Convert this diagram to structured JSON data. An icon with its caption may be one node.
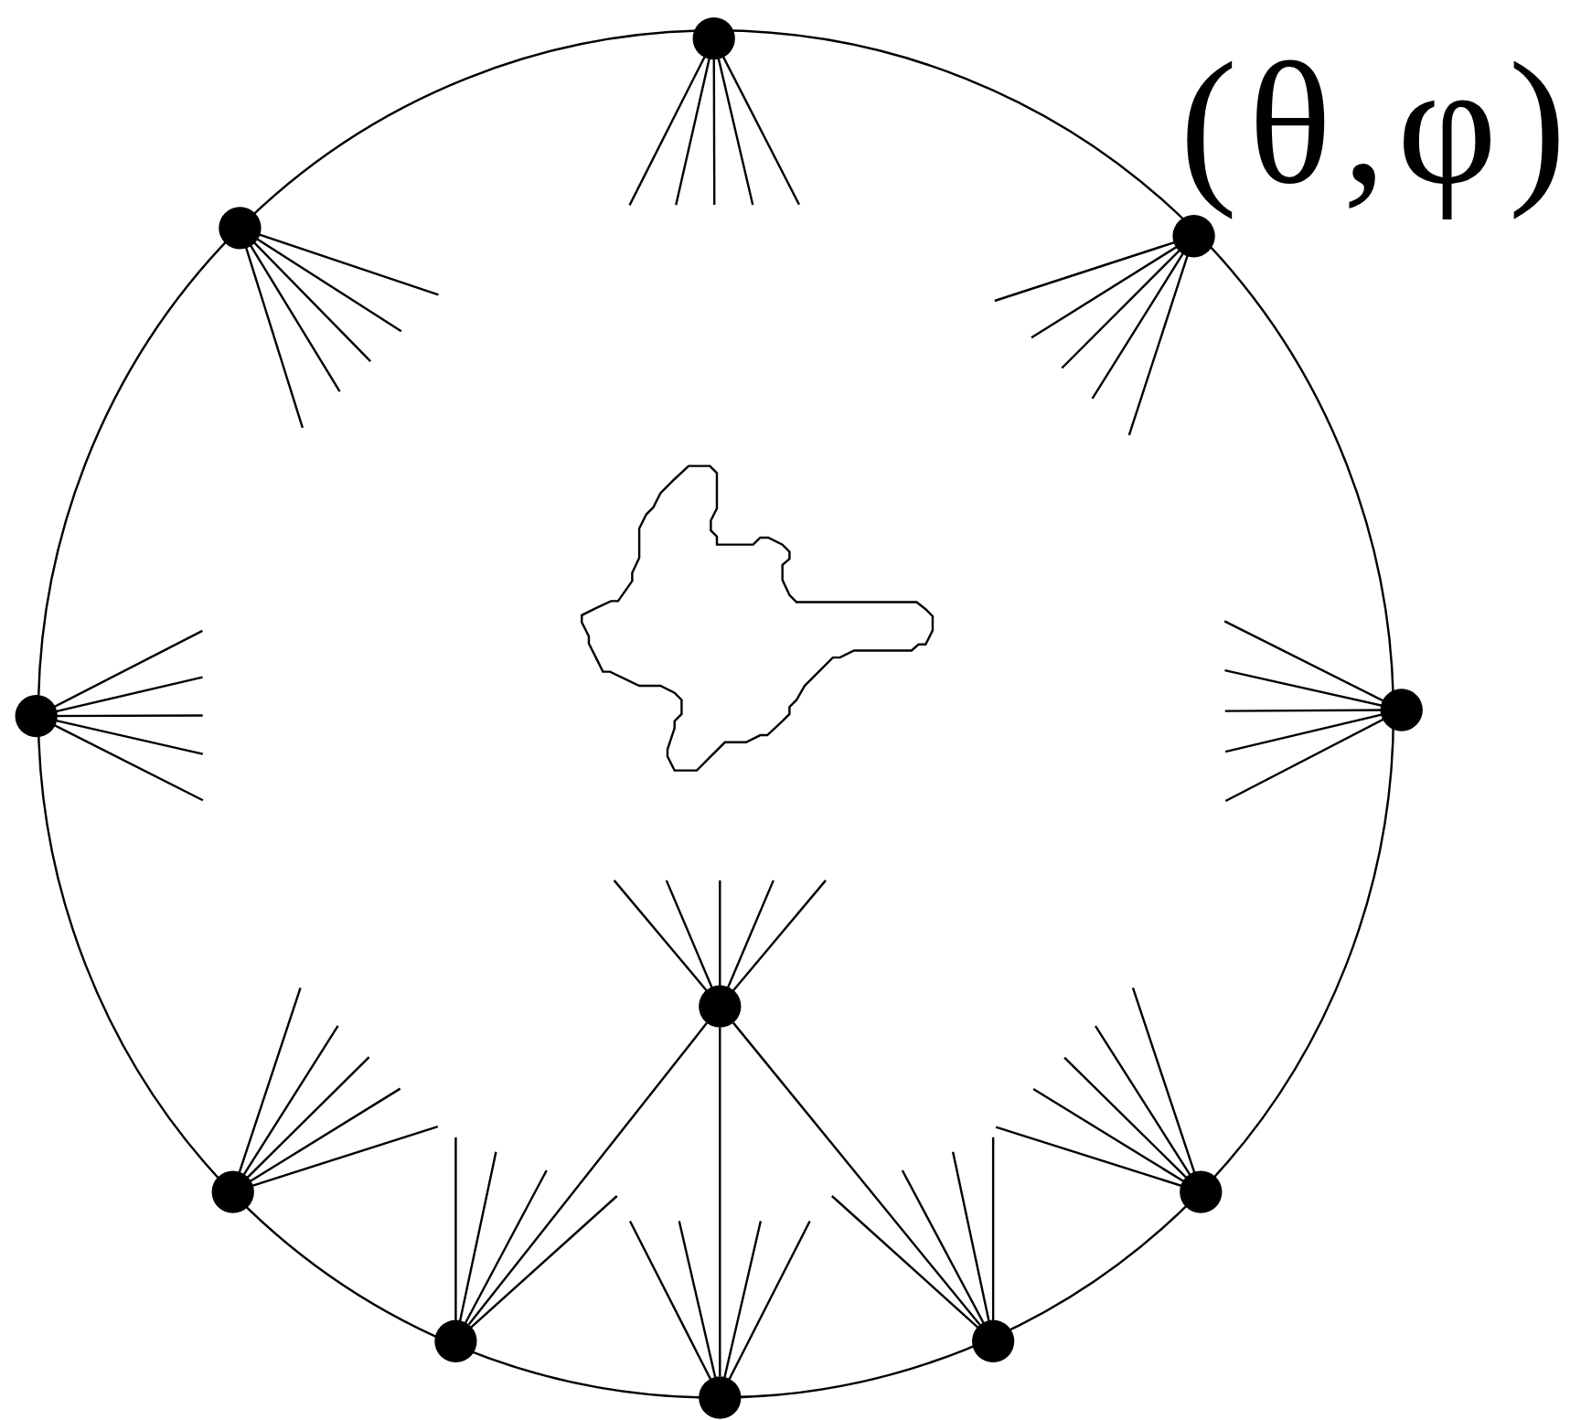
{
  "diagram": {
    "nodes": [
      {
        "text": [],
        "shape": "circle"
      },
      {
        "text": [],
        "shape": "circle"
      },
      {
        "text": [],
        "shape": "circle"
      },
      {
        "text": [],
        "shape": "circle"
      },
      {
        "text": [],
        "shape": "circle"
      },
      {
        "text": [],
        "shape": "circle"
      },
      {
        "text": [],
        "shape": "circle"
      },
      {
        "text": [],
        "shape": "circle"
      },
      {
        "text": [],
        "shape": "circle"
      },
      {
        "text": [],
        "shape": "circle"
      },
      {
        "text": [],
        "shape": "circle"
      },
      {
        "text": [],
        "shape": "blob"
      }
    ],
    "edges": [
      {
        "from": 5,
        "to": 8,
        "arrow": "none"
      },
      {
        "from": 5,
        "to": 10,
        "arrow": "none"
      },
      {
        "from": 5,
        "to": 9,
        "arrow": "none"
      }
    ],
    "labels": [
      "(θ,φ)"
    ]
  }
}
